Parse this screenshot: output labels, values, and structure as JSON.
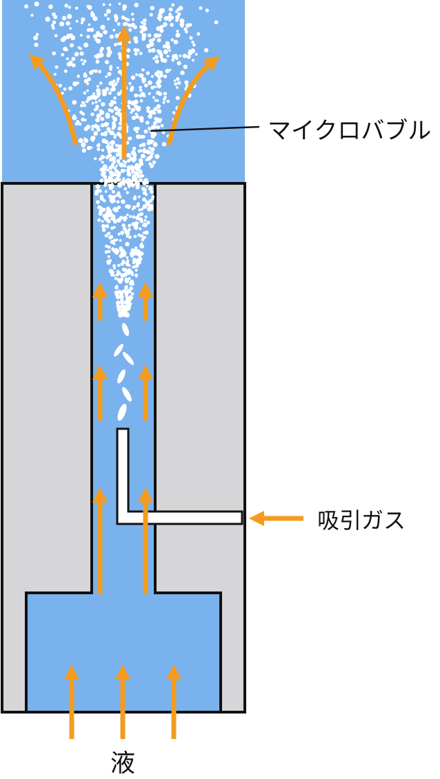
{
  "labels": {
    "microbubble": "マイクロバブル",
    "suction_gas": "吸引ガス",
    "liquid": "液"
  },
  "colors": {
    "water": "#7ab2ee",
    "body_gray": "#d6d6d9",
    "outline": "#111111",
    "arrow": "#f39c1f",
    "bubble": "#ffffff",
    "background": "#ffffff"
  }
}
